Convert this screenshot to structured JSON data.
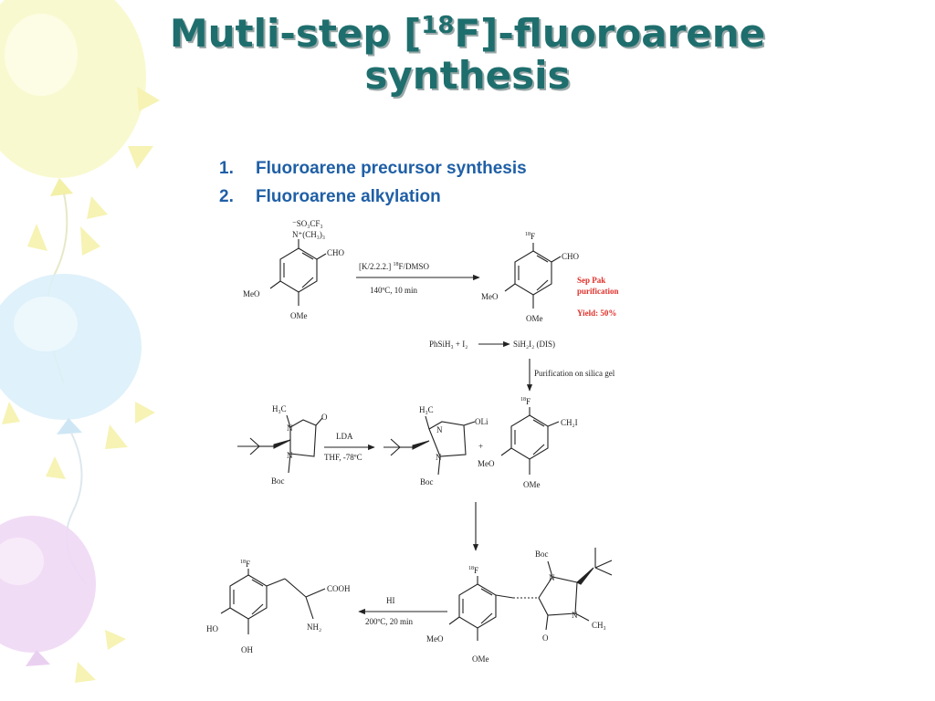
{
  "slide": {
    "title_part1": "Mutli-step [",
    "title_sup": "18",
    "title_part2": "F]-fluoroarene",
    "title_line2": "synthesis",
    "steps": [
      {
        "num": "1.",
        "text": "Fluoroarene precursor synthesis"
      },
      {
        "num": "2.",
        "text": "Fluoroarene alkylation"
      }
    ]
  },
  "scheme": {
    "precursor": {
      "counterion": "⁻SO₃CF₃",
      "ammonium": "N⁺(CH₃)₃",
      "cho": "CHO",
      "meo": "MeO",
      "ome": "OMe"
    },
    "step1": {
      "reagent_pre": "[K/2.2.2.] ",
      "reagent_sup": "18",
      "reagent_post": "F/DMSO",
      "conditions": "140ºC, 10 min"
    },
    "fluoro_aldehyde": {
      "f18": "F",
      "f18_sup": "18",
      "cho": "CHO",
      "meo": "MeO",
      "ome": "OMe"
    },
    "purification_note": {
      "line1": "Sep Pak",
      "line2": "purification",
      "yield": "Yield: 50%"
    },
    "dis": {
      "reactants": "PhSiH₃ + I₂",
      "product": "SiH₂I₂ (DIS)"
    },
    "silica_note": "Purification on silica gel",
    "imidazolidinone": {
      "h3c": "H₃C",
      "n": "N",
      "o": "O",
      "boc": "Boc"
    },
    "step2": {
      "reagent": "LDA",
      "conditions": "THF, -78ºC"
    },
    "enolate": {
      "h3c": "H₃C",
      "n": "N",
      "oli": "OLi",
      "boc": "Boc"
    },
    "plus": "+",
    "benzyl_iodide": {
      "f18": "F",
      "f18_sup": "18",
      "ch2i": "CH₂I",
      "meo": "MeO",
      "ome": "OMe"
    },
    "alkylated": {
      "boc": "Boc",
      "n": "N",
      "o": "O",
      "ch3": "CH₃",
      "f18": "F",
      "f18_sup": "18",
      "meo": "MeO",
      "ome": "OMe"
    },
    "step3": {
      "reagent": "HI",
      "conditions": "200ºC, 20 min"
    },
    "product": {
      "f18": "F",
      "f18_sup": "18",
      "cooh": "COOH",
      "nh2": "NH₂",
      "ho1": "HO",
      "ho2": "OH"
    }
  }
}
